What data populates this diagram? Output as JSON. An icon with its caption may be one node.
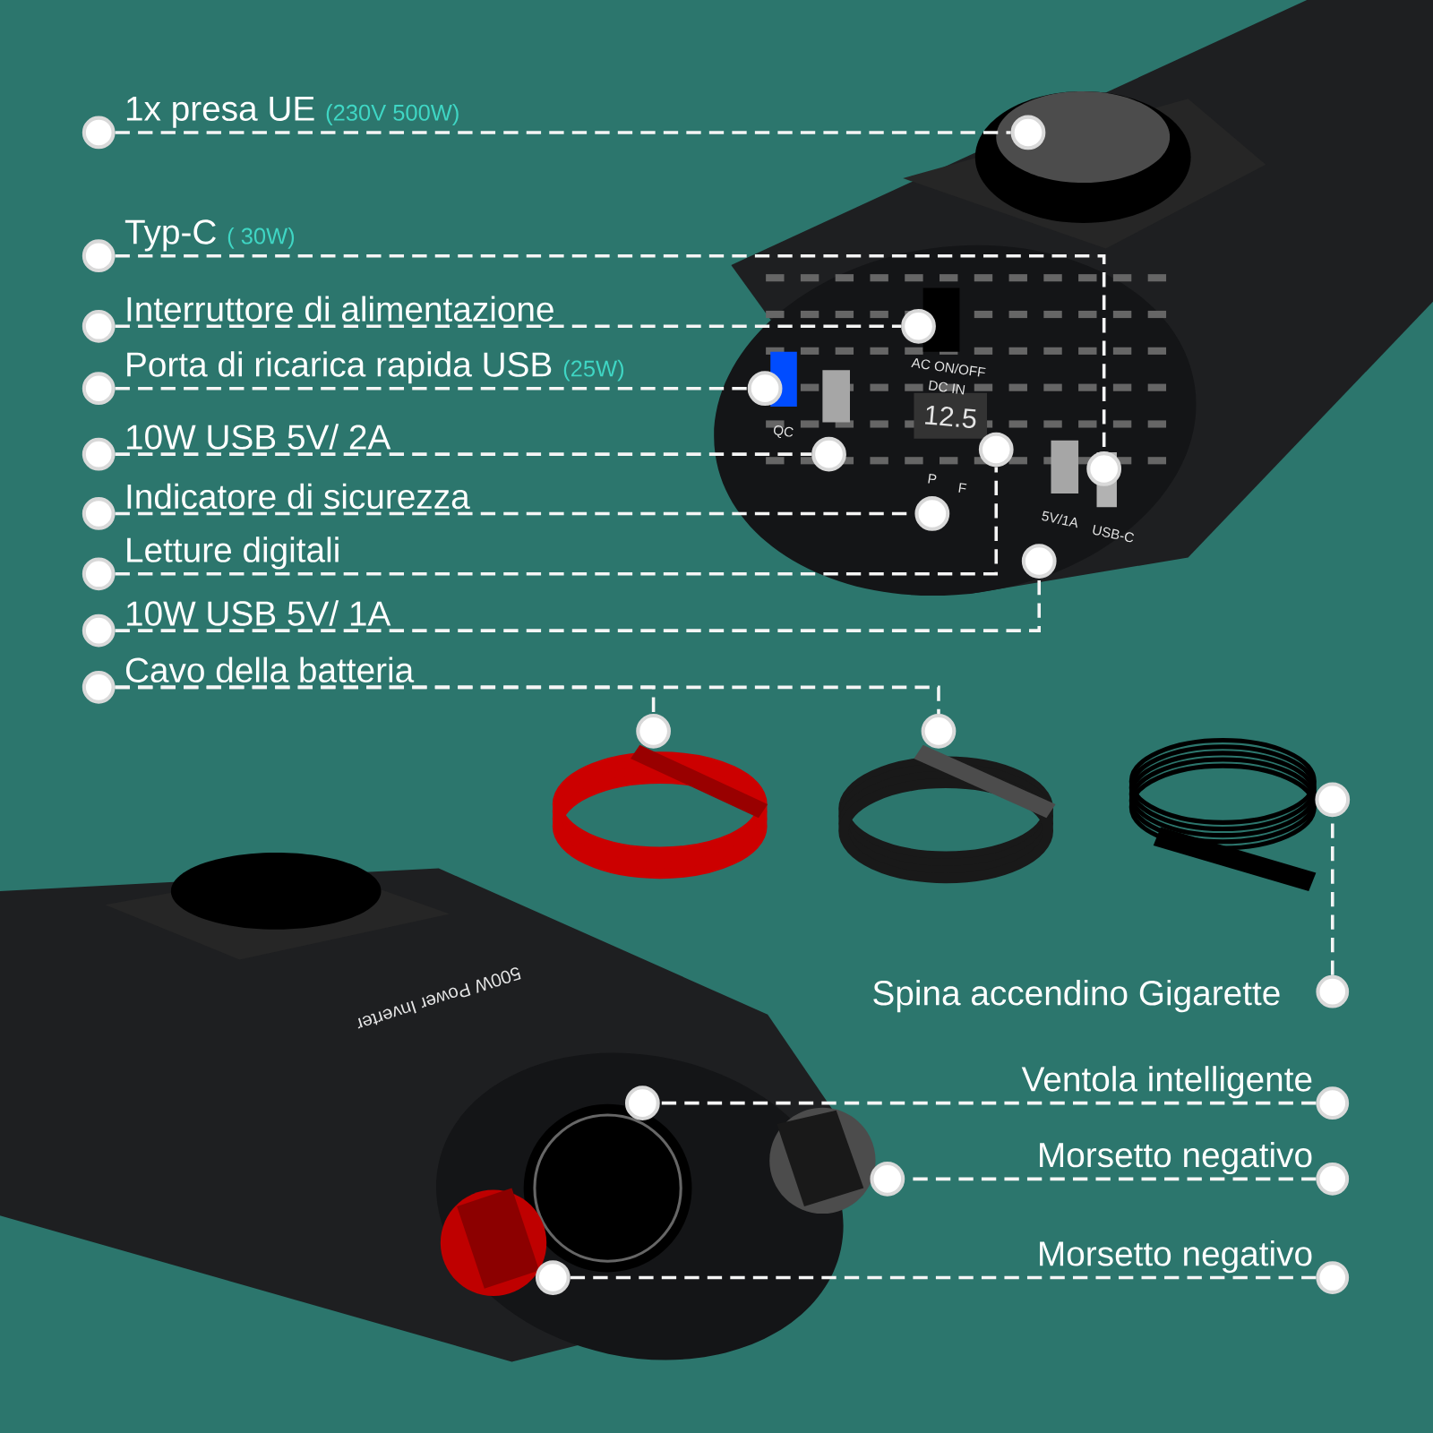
{
  "diagram": {
    "nodes": [
      {
        "text": [
          "1x presa UE",
          "(230V 500W)"
        ]
      },
      {
        "text": [
          "Typ-C",
          "( 30W)"
        ]
      },
      {
        "text": [
          "Interruttore di alimentazione"
        ]
      },
      {
        "text": [
          "Porta di ricarica rapida USB",
          "(25W)"
        ]
      },
      {
        "text": [
          "10W USB 5V/ 2A"
        ]
      },
      {
        "text": [
          "Indicatore di sicurezza"
        ]
      },
      {
        "text": [
          "Letture digitali"
        ]
      },
      {
        "text": [
          "10W USB 5V/ 1A"
        ]
      },
      {
        "text": [
          "Cavo della batteria"
        ]
      },
      {
        "text": [
          "Spina accendino Gigarette"
        ]
      },
      {
        "text": [
          "Ventola intelligente"
        ]
      },
      {
        "text": [
          "Morsetto negativo"
        ]
      },
      {
        "text": [
          "Morsetto negativo"
        ]
      },
      {
        "text": [],
        "shape": "circle"
      },
      {
        "text": [],
        "shape": "circle"
      },
      {
        "text": [],
        "shape": "circle"
      },
      {
        "text": [],
        "shape": "circle"
      },
      {
        "text": [],
        "shape": "circle"
      },
      {
        "text": [],
        "shape": "circle"
      },
      {
        "text": [],
        "shape": "circle"
      },
      {
        "text": [],
        "shape": "circle"
      },
      {
        "text": [],
        "shape": "circle"
      },
      {
        "text": [],
        "shape": "circle"
      },
      {
        "text": [],
        "shape": "circle"
      },
      {
        "text": [],
        "shape": "circle"
      },
      {
        "text": [],
        "shape": "circle"
      },
      {
        "text": [],
        "shape": "circle"
      }
    ],
    "edges": [
      {
        "from": 0,
        "to": 13,
        "arrow": "none",
        "style": "dashed"
      },
      {
        "from": 1,
        "to": 14,
        "arrow": "none",
        "style": "dashed"
      },
      {
        "from": 2,
        "to": 15,
        "arrow": "none",
        "style": "dashed"
      },
      {
        "from": 3,
        "to": 16,
        "arrow": "none",
        "style": "dashed"
      },
      {
        "from": 4,
        "to": 17,
        "arrow": "none",
        "style": "dashed"
      },
      {
        "from": 5,
        "to": 18,
        "arrow": "none",
        "style": "dashed"
      },
      {
        "from": 6,
        "to": 19,
        "arrow": "none",
        "style": "dashed"
      },
      {
        "from": 7,
        "to": 20,
        "arrow": "none",
        "style": "dashed"
      },
      {
        "from": 8,
        "to": 21,
        "arrow": "none",
        "style": "dashed"
      },
      {
        "from": 8,
        "to": 22,
        "arrow": "none",
        "style": "dashed"
      },
      {
        "from": 9,
        "to": 23,
        "arrow": "none",
        "style": "dashed"
      },
      {
        "from": 10,
        "to": 24,
        "arrow": "none",
        "style": "dashed"
      },
      {
        "from": 11,
        "to": 25,
        "arrow": "none",
        "style": "dashed"
      },
      {
        "from": 12,
        "to": 26,
        "arrow": "none",
        "style": "dashed"
      }
    ],
    "labels": [
      "AC ON/OFF",
      "DC IN",
      "12.5",
      "QC",
      "P",
      "F",
      "5V/1A",
      "USB-C",
      "500W Power Inverter"
    ]
  }
}
